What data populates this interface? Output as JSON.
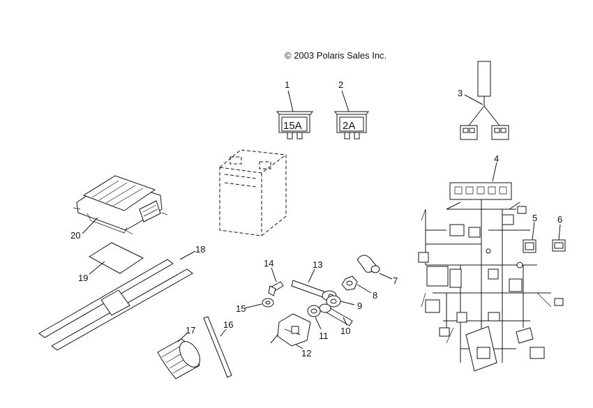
{
  "copyright": "© 2003 Polaris Sales Inc.",
  "fuses": {
    "fuse_15a": "15A",
    "fuse_2a": "2A"
  },
  "callouts": [
    "1",
    "2",
    "3",
    "4",
    "5",
    "6",
    "7",
    "8",
    "9",
    "10",
    "11",
    "12",
    "13",
    "14",
    "15",
    "16",
    "17",
    "18",
    "19",
    "20"
  ]
}
